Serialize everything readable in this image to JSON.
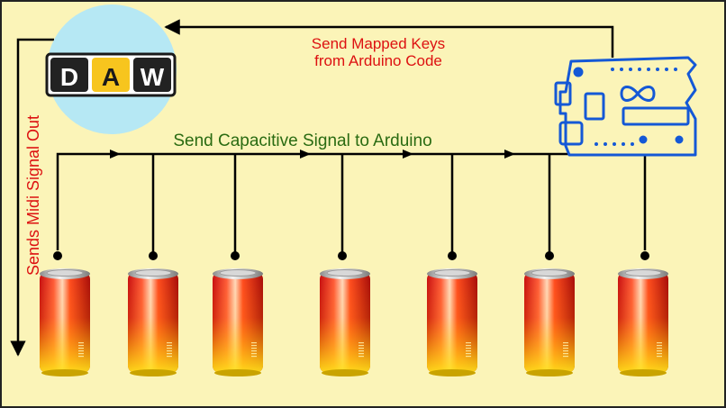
{
  "colors": {
    "background": "#fbf4b8",
    "wire": "#000000",
    "daw_circle": "#b6e8f4",
    "daw_tile_dark": "#222222",
    "daw_tile_accent": "#f7c51e",
    "arduino_blue": "#1458d6",
    "red_label": "#dd1111",
    "green_label": "#2a6b12"
  },
  "daw": {
    "letters": [
      "D",
      "A",
      "W"
    ]
  },
  "labels": {
    "mapped_keys_line1": "Send Mapped Keys",
    "mapped_keys_line2": "from Arduino Code",
    "capacitive": "Send Capacitive Signal to Arduino",
    "midi_out": "Sends Midi Signal Out"
  },
  "arduino": {
    "icon": "arduino-board-icon",
    "logo": "infinity-logo"
  },
  "cans": {
    "count": 7,
    "icon": "soda-can-icon"
  }
}
